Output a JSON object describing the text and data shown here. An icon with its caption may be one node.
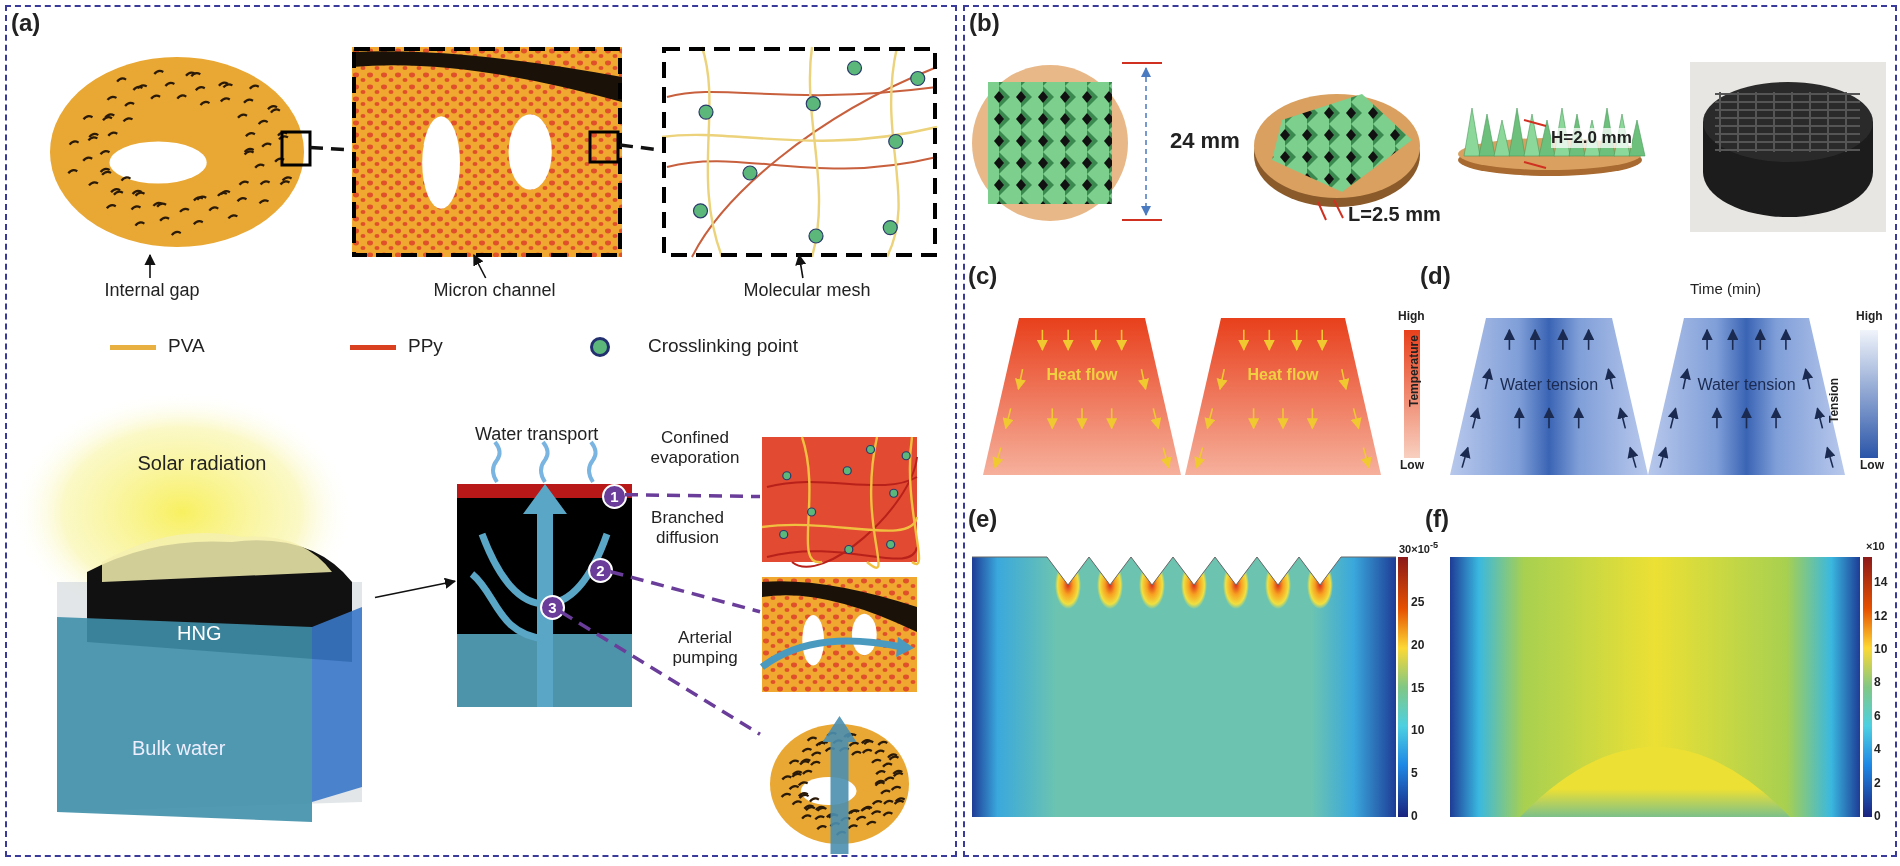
{
  "diagram": {
    "nodes": [
      {
        "text": [
          "(a)"
        ]
      },
      {
        "text": [],
        "shape": "picture",
        "in": 0
      },
      {
        "text": [],
        "shape": "picture",
        "in": 0
      },
      {
        "text": [],
        "shape": "picture",
        "in": 0
      },
      {
        "text": [
          "Internal gap"
        ],
        "in": 0
      },
      {
        "text": [
          "Micron channel"
        ],
        "in": 0
      },
      {
        "text": [
          "Molecular mesh"
        ],
        "in": 0
      },
      {
        "text": [
          "Solar radiation",
          "HNG",
          "Bulk water"
        ],
        "in": 0
      },
      {
        "text": [
          "Water transport"
        ],
        "in": 0
      },
      {
        "text": [
          "1"
        ],
        "in": 8
      },
      {
        "text": [
          "2"
        ],
        "in": 8
      },
      {
        "text": [
          "3"
        ],
        "in": 8
      },
      {
        "text": [],
        "shape": "picture",
        "in": 0
      },
      {
        "text": [],
        "shape": "picture",
        "in": 0
      },
      {
        "text": [],
        "shape": "picture",
        "in": 0
      },
      {
        "text": [
          "(b)"
        ]
      },
      {
        "text": [
          "Heat flow"
        ],
        "in": 15
      },
      {
        "text": [
          "Heat flow"
        ],
        "in": 15
      },
      {
        "text": [
          "Water tension"
        ],
        "in": 15
      },
      {
        "text": [
          "Water tension"
        ],
        "in": 15
      }
    ],
    "edges": [
      {
        "from": 4,
        "to": 1,
        "arrow": "to"
      },
      {
        "from": 5,
        "to": 2,
        "arrow": "to"
      },
      {
        "from": 6,
        "to": 3,
        "arrow": "to"
      },
      {
        "from": 1,
        "to": 2,
        "arrow": "none",
        "style": "dashed"
      },
      {
        "from": 2,
        "to": 3,
        "arrow": "none",
        "style": "dashed"
      },
      {
        "from": 7,
        "to": 8,
        "arrow": "to"
      },
      {
        "from": 9,
        "to": 12,
        "arrow": "none",
        "style": "dashed",
        "color": "#6a3d9a",
        "label": "Confined evaporation"
      },
      {
        "from": 10,
        "to": 13,
        "arrow": "none",
        "style": "dashed",
        "color": "#6a3d9a",
        "label": "Branched diffusion"
      },
      {
        "from": 11,
        "to": 14,
        "arrow": "none",
        "style": "dashed",
        "color": "#6a3d9a",
        "label": "Arterial pumping"
      }
    ],
    "labels": [
      "24 mm",
      "L=2.5 mm",
      "H=2.0 mm",
      "(c)",
      "(d)",
      "Time (min)",
      "High",
      "Temperature",
      "Low",
      "High",
      "Tension",
      "Low",
      "(e)",
      "(f)",
      "30×10$^{-5}$",
      "25",
      "20",
      "15",
      "10",
      "5",
      "0",
      "×10",
      "14",
      "12",
      "10",
      "8",
      "6",
      "4",
      "2",
      "0"
    ],
    "legend": [
      {
        "text": "PVA"
      },
      {
        "text": "PPy"
      },
      {
        "text": "Crosslinking point"
      }
    ]
  }
}
